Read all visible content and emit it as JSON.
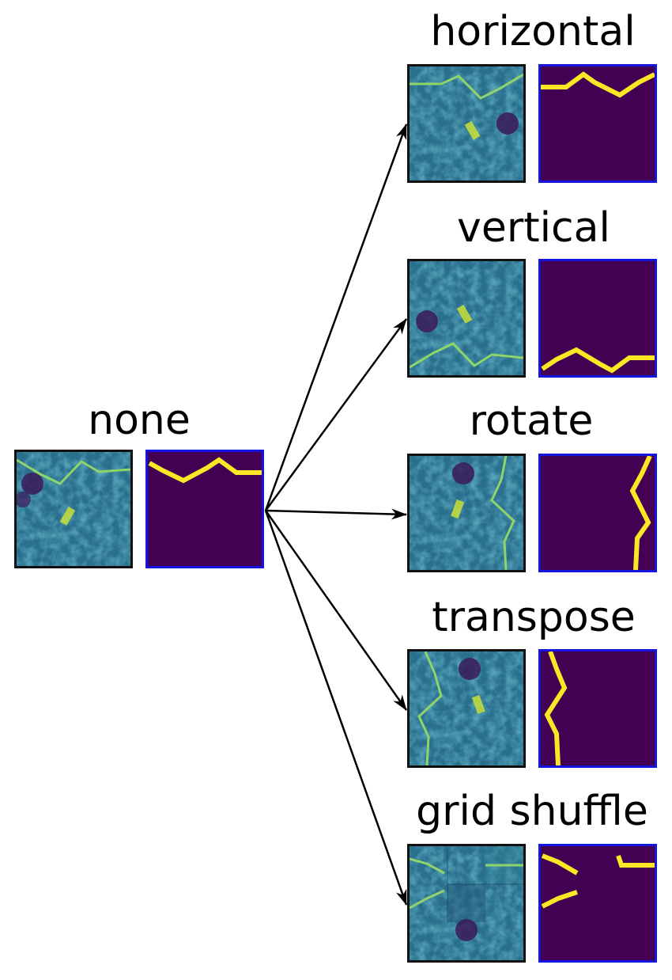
{
  "labels": {
    "none": "none",
    "horizontal": "horizontal",
    "vertical": "vertical",
    "rotate": "rotate",
    "transpose": "transpose",
    "grid_shuffle": "grid shuffle"
  },
  "colors": {
    "mask_background": "#440154",
    "mask_line": "#fde725",
    "image_border": "#111111",
    "mask_border": "#1515e0",
    "arrow": "#000000"
  }
}
